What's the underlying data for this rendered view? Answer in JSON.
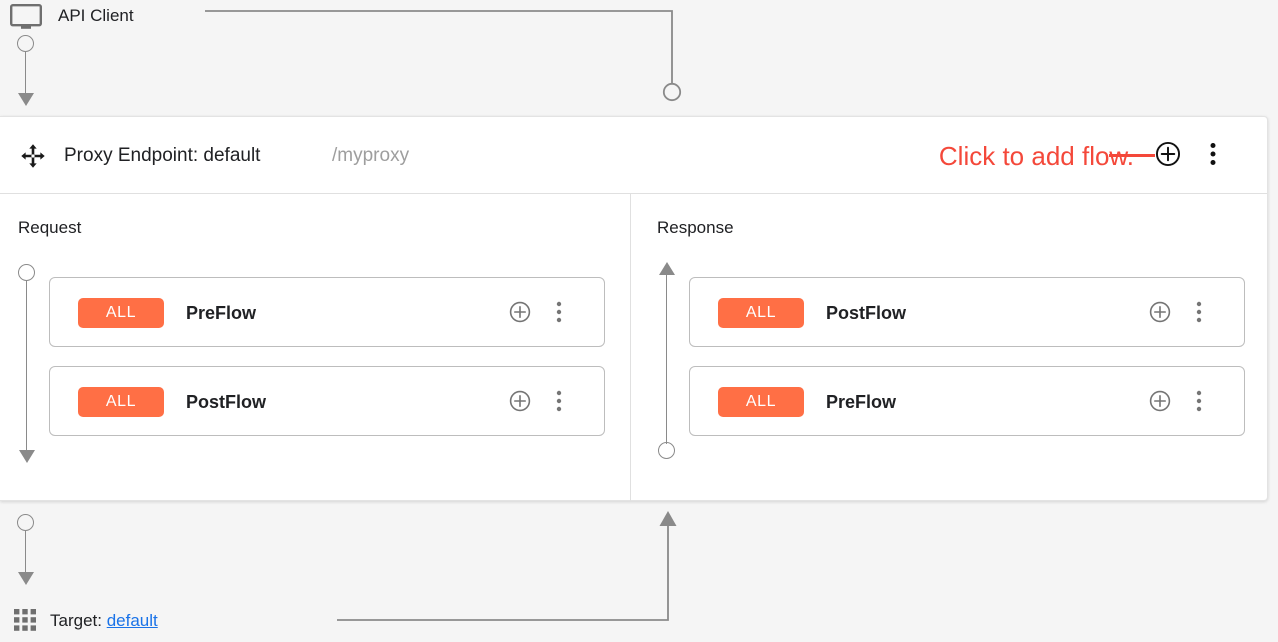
{
  "canvas": {
    "background": "#f5f5f5",
    "accent_orange": "#ff6f45",
    "hint_red": "#f4483a",
    "link_blue": "#1a73e8",
    "connector_gray": "#8a8a8a"
  },
  "client": {
    "label": "API Client",
    "icon": "monitor-icon"
  },
  "proxy": {
    "drag_icon": "move-arrows-icon",
    "title": "Proxy Endpoint: default",
    "path": "/myproxy",
    "hint": "Click to add flow.",
    "add_flow_icon": "plus-circle-icon",
    "more_menu_icon": "more-vertical-icon"
  },
  "columns": [
    {
      "id": "request",
      "title": "Request",
      "direction": "down",
      "flows": [
        {
          "badge": "ALL",
          "name": "PreFlow",
          "add_icon": "plus-circle-icon",
          "menu_icon": "more-vertical-icon"
        },
        {
          "badge": "ALL",
          "name": "PostFlow",
          "add_icon": "plus-circle-icon",
          "menu_icon": "more-vertical-icon"
        }
      ]
    },
    {
      "id": "response",
      "title": "Response",
      "direction": "up",
      "flows": [
        {
          "badge": "ALL",
          "name": "PostFlow",
          "add_icon": "plus-circle-icon",
          "menu_icon": "more-vertical-icon"
        },
        {
          "badge": "ALL",
          "name": "PreFlow",
          "add_icon": "plus-circle-icon",
          "menu_icon": "more-vertical-icon"
        }
      ]
    }
  ],
  "target": {
    "icon": "apps-grid-icon",
    "prefix": "Target: ",
    "name": "default"
  }
}
